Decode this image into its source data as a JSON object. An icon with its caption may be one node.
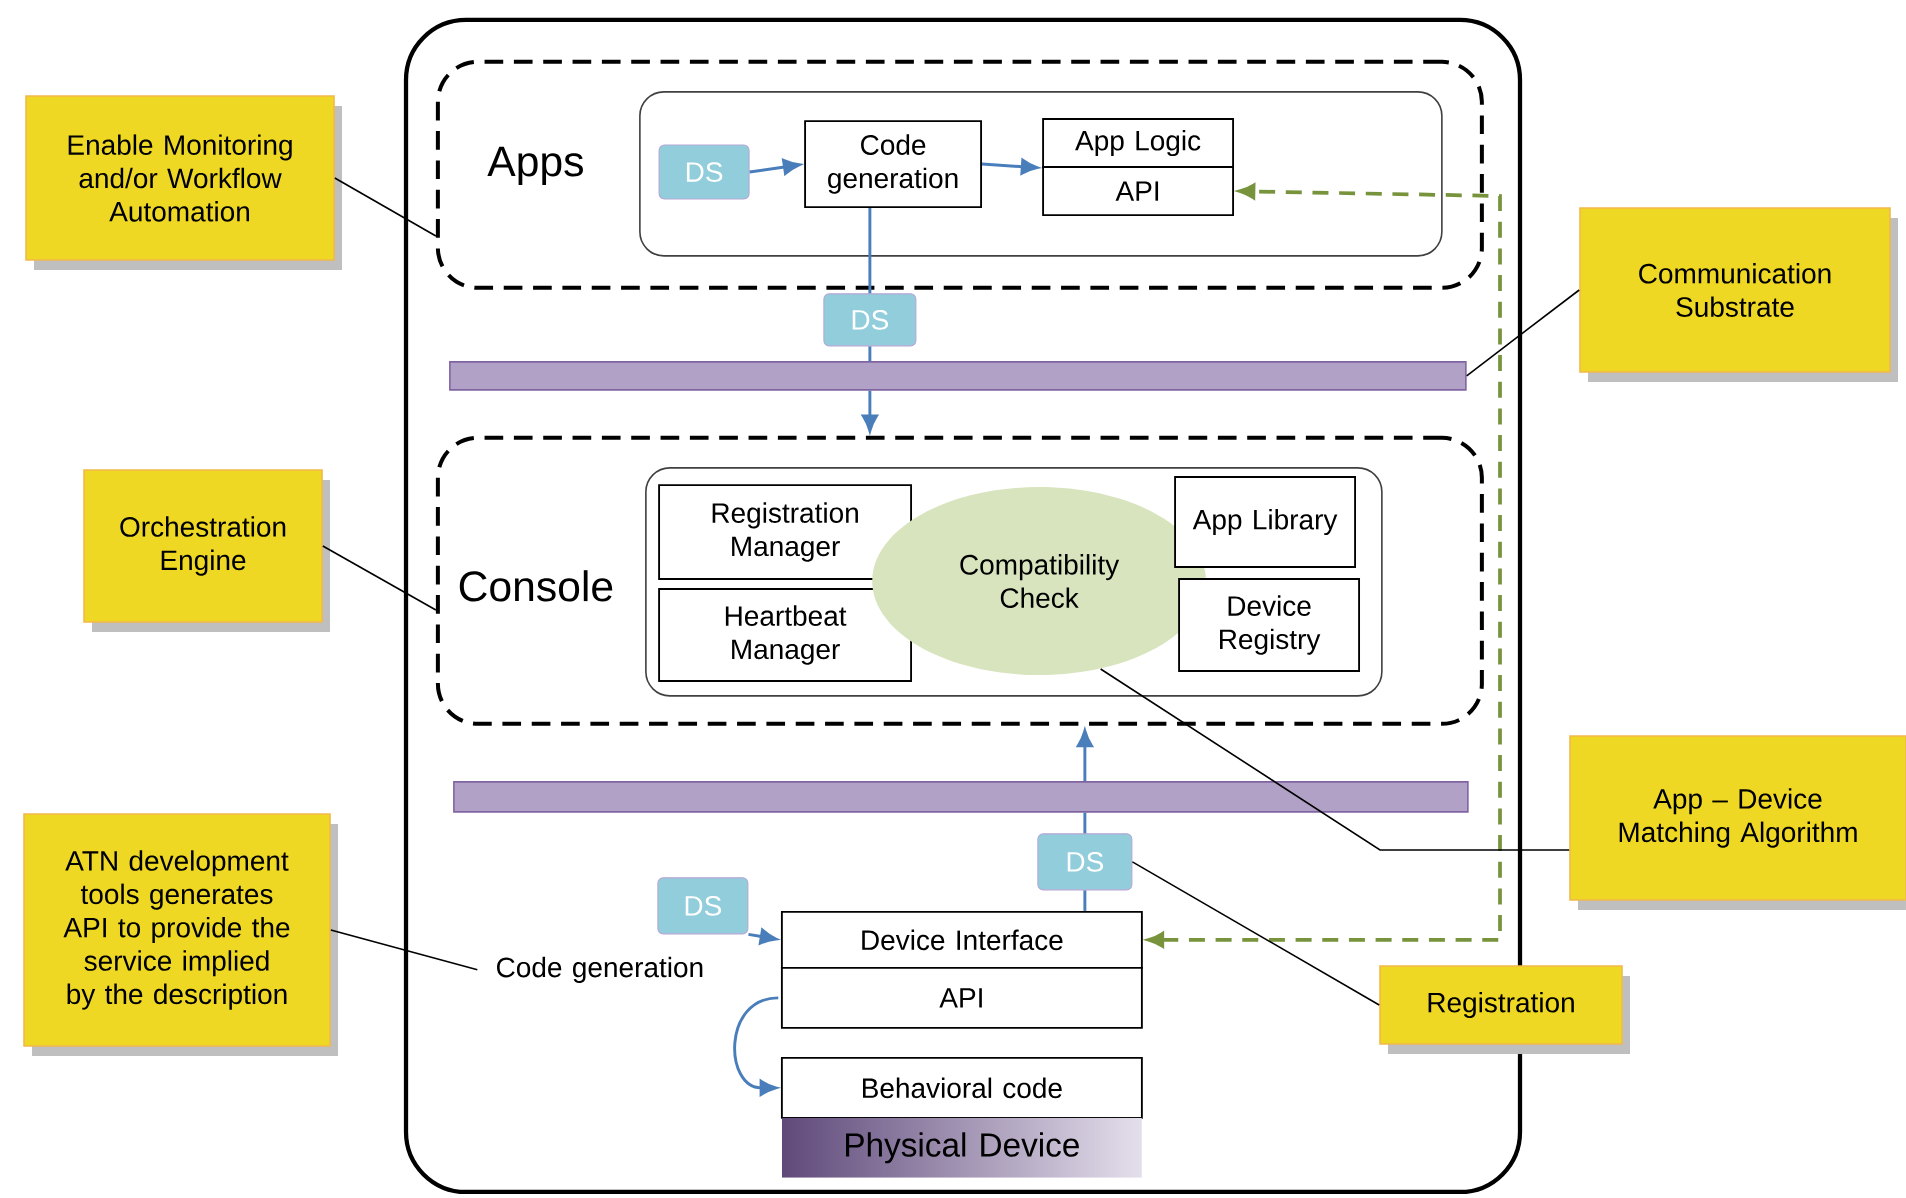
{
  "diagram": {
    "nodes": [
      {
        "text": [],
        "shape": "box"
      },
      {
        "text": [
          "Apps"
        ],
        "in": 0
      },
      {
        "text": [],
        "shape": "box",
        "in": 1
      },
      {
        "text": [
          "DS"
        ],
        "in": 2
      },
      {
        "text": [
          "Code generation"
        ],
        "in": 2
      },
      {
        "text": [
          "App Logic"
        ],
        "in": 2
      },
      {
        "text": [
          "API"
        ],
        "in": 2
      },
      {
        "text": [
          "DS"
        ],
        "in": 0
      },
      {
        "text": [],
        "shape": "bar",
        "in": 0
      },
      {
        "text": [
          "Console"
        ],
        "in": 0
      },
      {
        "text": [],
        "shape": "box",
        "in": 9
      },
      {
        "text": [
          "Registration Manager"
        ],
        "in": 10
      },
      {
        "text": [
          "Heartbeat Manager"
        ],
        "in": 10
      },
      {
        "text": [
          "Compatibility Check"
        ],
        "in": 10
      },
      {
        "text": [
          "App Library"
        ],
        "in": 10
      },
      {
        "text": [
          "Device Registry"
        ],
        "in": 10
      },
      {
        "text": [],
        "shape": "bar",
        "in": 0
      },
      {
        "text": [
          "DS"
        ],
        "in": 0
      },
      {
        "text": [
          "DS"
        ],
        "in": 0
      },
      {
        "text": [
          "Code generation"
        ],
        "in": 0
      },
      {
        "text": [
          "Device Interface"
        ],
        "in": 0
      },
      {
        "text": [
          "API"
        ],
        "in": 0
      },
      {
        "text": [
          "Behavioral code"
        ],
        "in": 0
      },
      {
        "text": [
          "Physical Device"
        ],
        "in": 0
      },
      {
        "text": [
          "Enable Monitoring and/or Workflow Automation"
        ]
      },
      {
        "text": [
          "Orchestration Engine"
        ]
      },
      {
        "text": [
          "ATN development tools generates API to provide the service implied by the description"
        ]
      },
      {
        "text": [
          "Communication Substrate"
        ]
      },
      {
        "text": [
          "App – Device Matching Algorithm"
        ]
      },
      {
        "text": [
          "Registration"
        ]
      }
    ],
    "edges": [
      {
        "from": 3,
        "to": 4,
        "arrow": "to"
      },
      {
        "from": 4,
        "to": 5,
        "arrow": "to"
      },
      {
        "from": 4,
        "to": 7,
        "arrow": "none"
      },
      {
        "from": 7,
        "to": 8,
        "arrow": "none"
      },
      {
        "from": 8,
        "to": 9,
        "arrow": "to"
      },
      {
        "from": 20,
        "to": 17,
        "arrow": "none"
      },
      {
        "from": 17,
        "to": 16,
        "arrow": "none"
      },
      {
        "from": 16,
        "to": 9,
        "arrow": "to"
      },
      {
        "from": 18,
        "to": 20,
        "arrow": "to"
      },
      {
        "from": 21,
        "to": 22,
        "arrow": "to"
      },
      {
        "from": 20,
        "to": 6,
        "arrow": "both",
        "style": "dashed",
        "color": "#77933c"
      },
      {
        "from": 24,
        "to": 1,
        "arrow": "none",
        "color": "#000000"
      },
      {
        "from": 25,
        "to": 9,
        "arrow": "none",
        "color": "#000000"
      },
      {
        "from": 26,
        "to": 19,
        "arrow": "none",
        "color": "#000000"
      },
      {
        "from": 27,
        "to": 8,
        "arrow": "none",
        "color": "#000000"
      },
      {
        "from": 28,
        "to": 13,
        "arrow": "none",
        "color": "#000000"
      },
      {
        "from": 29,
        "to": 17,
        "arrow": "none",
        "color": "#000000"
      }
    ]
  }
}
